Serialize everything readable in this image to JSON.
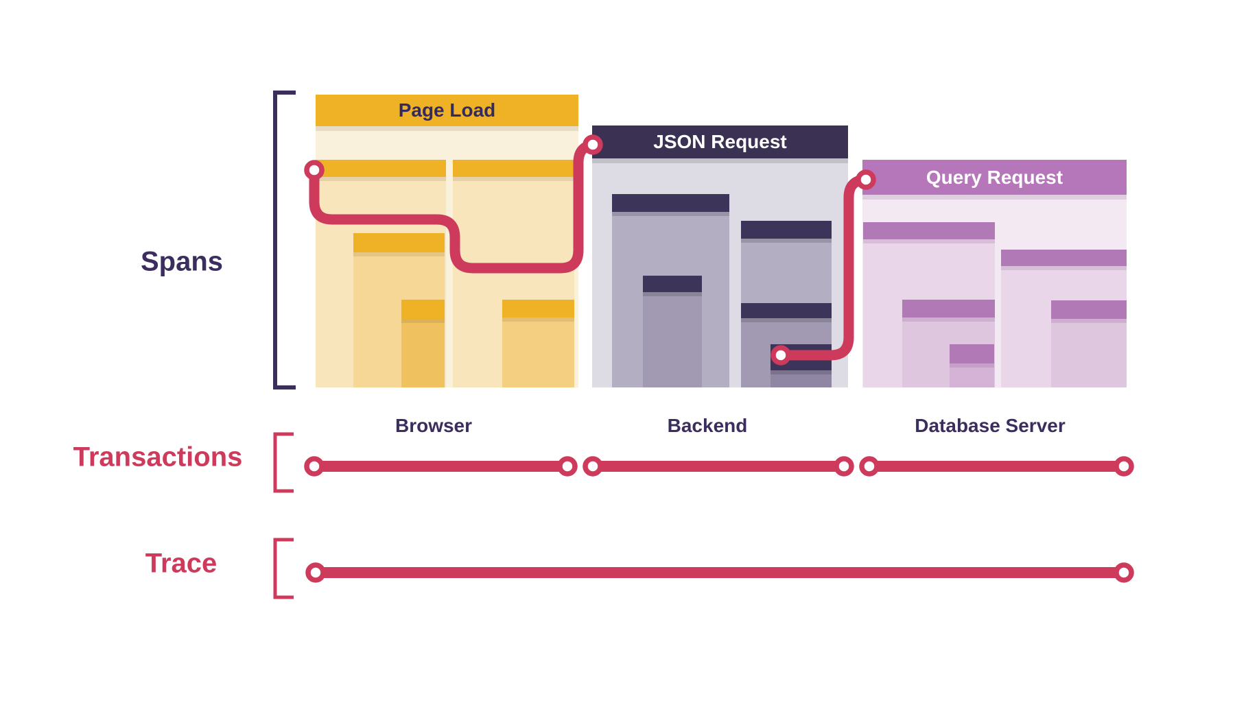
{
  "diagram": {
    "rows": {
      "spans": {
        "label": "Spans"
      },
      "transactions": {
        "label": "Transactions"
      },
      "trace": {
        "label": "Trace"
      }
    },
    "panels": [
      {
        "title": "Page Load",
        "service": "Browser",
        "theme": "yellow",
        "header_color": "#EFB125",
        "body_color": "#FAF1DC",
        "title_color": "#332A60"
      },
      {
        "title": "JSON Request",
        "service": "Backend",
        "theme": "navy",
        "header_color": "#3A3153",
        "body_color": "#DDDBE3",
        "title_color": "#FFFFFF"
      },
      {
        "title": "Query Request",
        "service": "Database Server",
        "theme": "purple",
        "header_color": "#B577B9",
        "body_color": "#F3E9F3",
        "title_color": "#FFFFFF"
      }
    ],
    "connector": {
      "description": "crimson path with white waypoint circles linking Page Load to JSON Request to Query Request",
      "color": "#CD3A5B",
      "waypoint_fill": "#FFFFFF"
    },
    "transaction_lines": [
      {
        "service": "Browser"
      },
      {
        "service": "Backend"
      },
      {
        "service": "Database Server"
      }
    ],
    "colors": {
      "crimson": "#CD3A5B",
      "navy_text": "#3B2E5E",
      "yellow": "#EFB125",
      "navy_panel": "#3A3153",
      "purple_panel": "#B577B9",
      "background": "#FFFFFF"
    }
  }
}
